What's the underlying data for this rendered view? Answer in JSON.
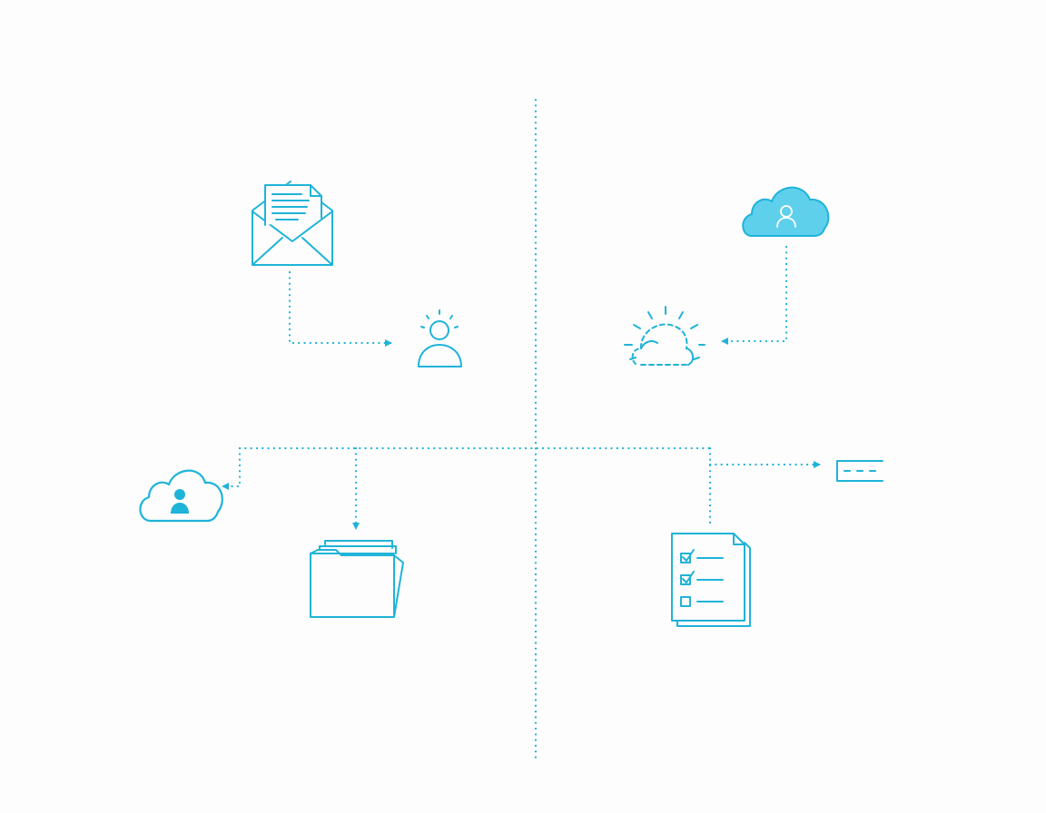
{
  "diagram": {
    "background_color": "#fdfdfd",
    "accent_color": "#1fb3d8",
    "fill_color": "#5fd0ec",
    "nodes": [
      {
        "id": "email",
        "icon": "envelope-with-letter-icon"
      },
      {
        "id": "user",
        "icon": "user-icon"
      },
      {
        "id": "cloud-user-top",
        "icon": "cloud-user-icon"
      },
      {
        "id": "sun-cloud",
        "icon": "sun-cloud-icon"
      },
      {
        "id": "cloud-user-left",
        "icon": "cloud-user-icon"
      },
      {
        "id": "folder",
        "icon": "folder-icon"
      },
      {
        "id": "checklist",
        "icon": "checklist-document-icon"
      },
      {
        "id": "server",
        "icon": "server-rack-icon"
      }
    ],
    "connections": [
      {
        "from": "email",
        "to": "user"
      },
      {
        "from": "cloud-user-top",
        "to": "sun-cloud"
      },
      {
        "from": "center",
        "to": "cloud-user-left"
      },
      {
        "from": "center",
        "to": "folder"
      },
      {
        "from": "center",
        "to": "checklist"
      },
      {
        "from": "checklist",
        "to": "server"
      }
    ]
  }
}
